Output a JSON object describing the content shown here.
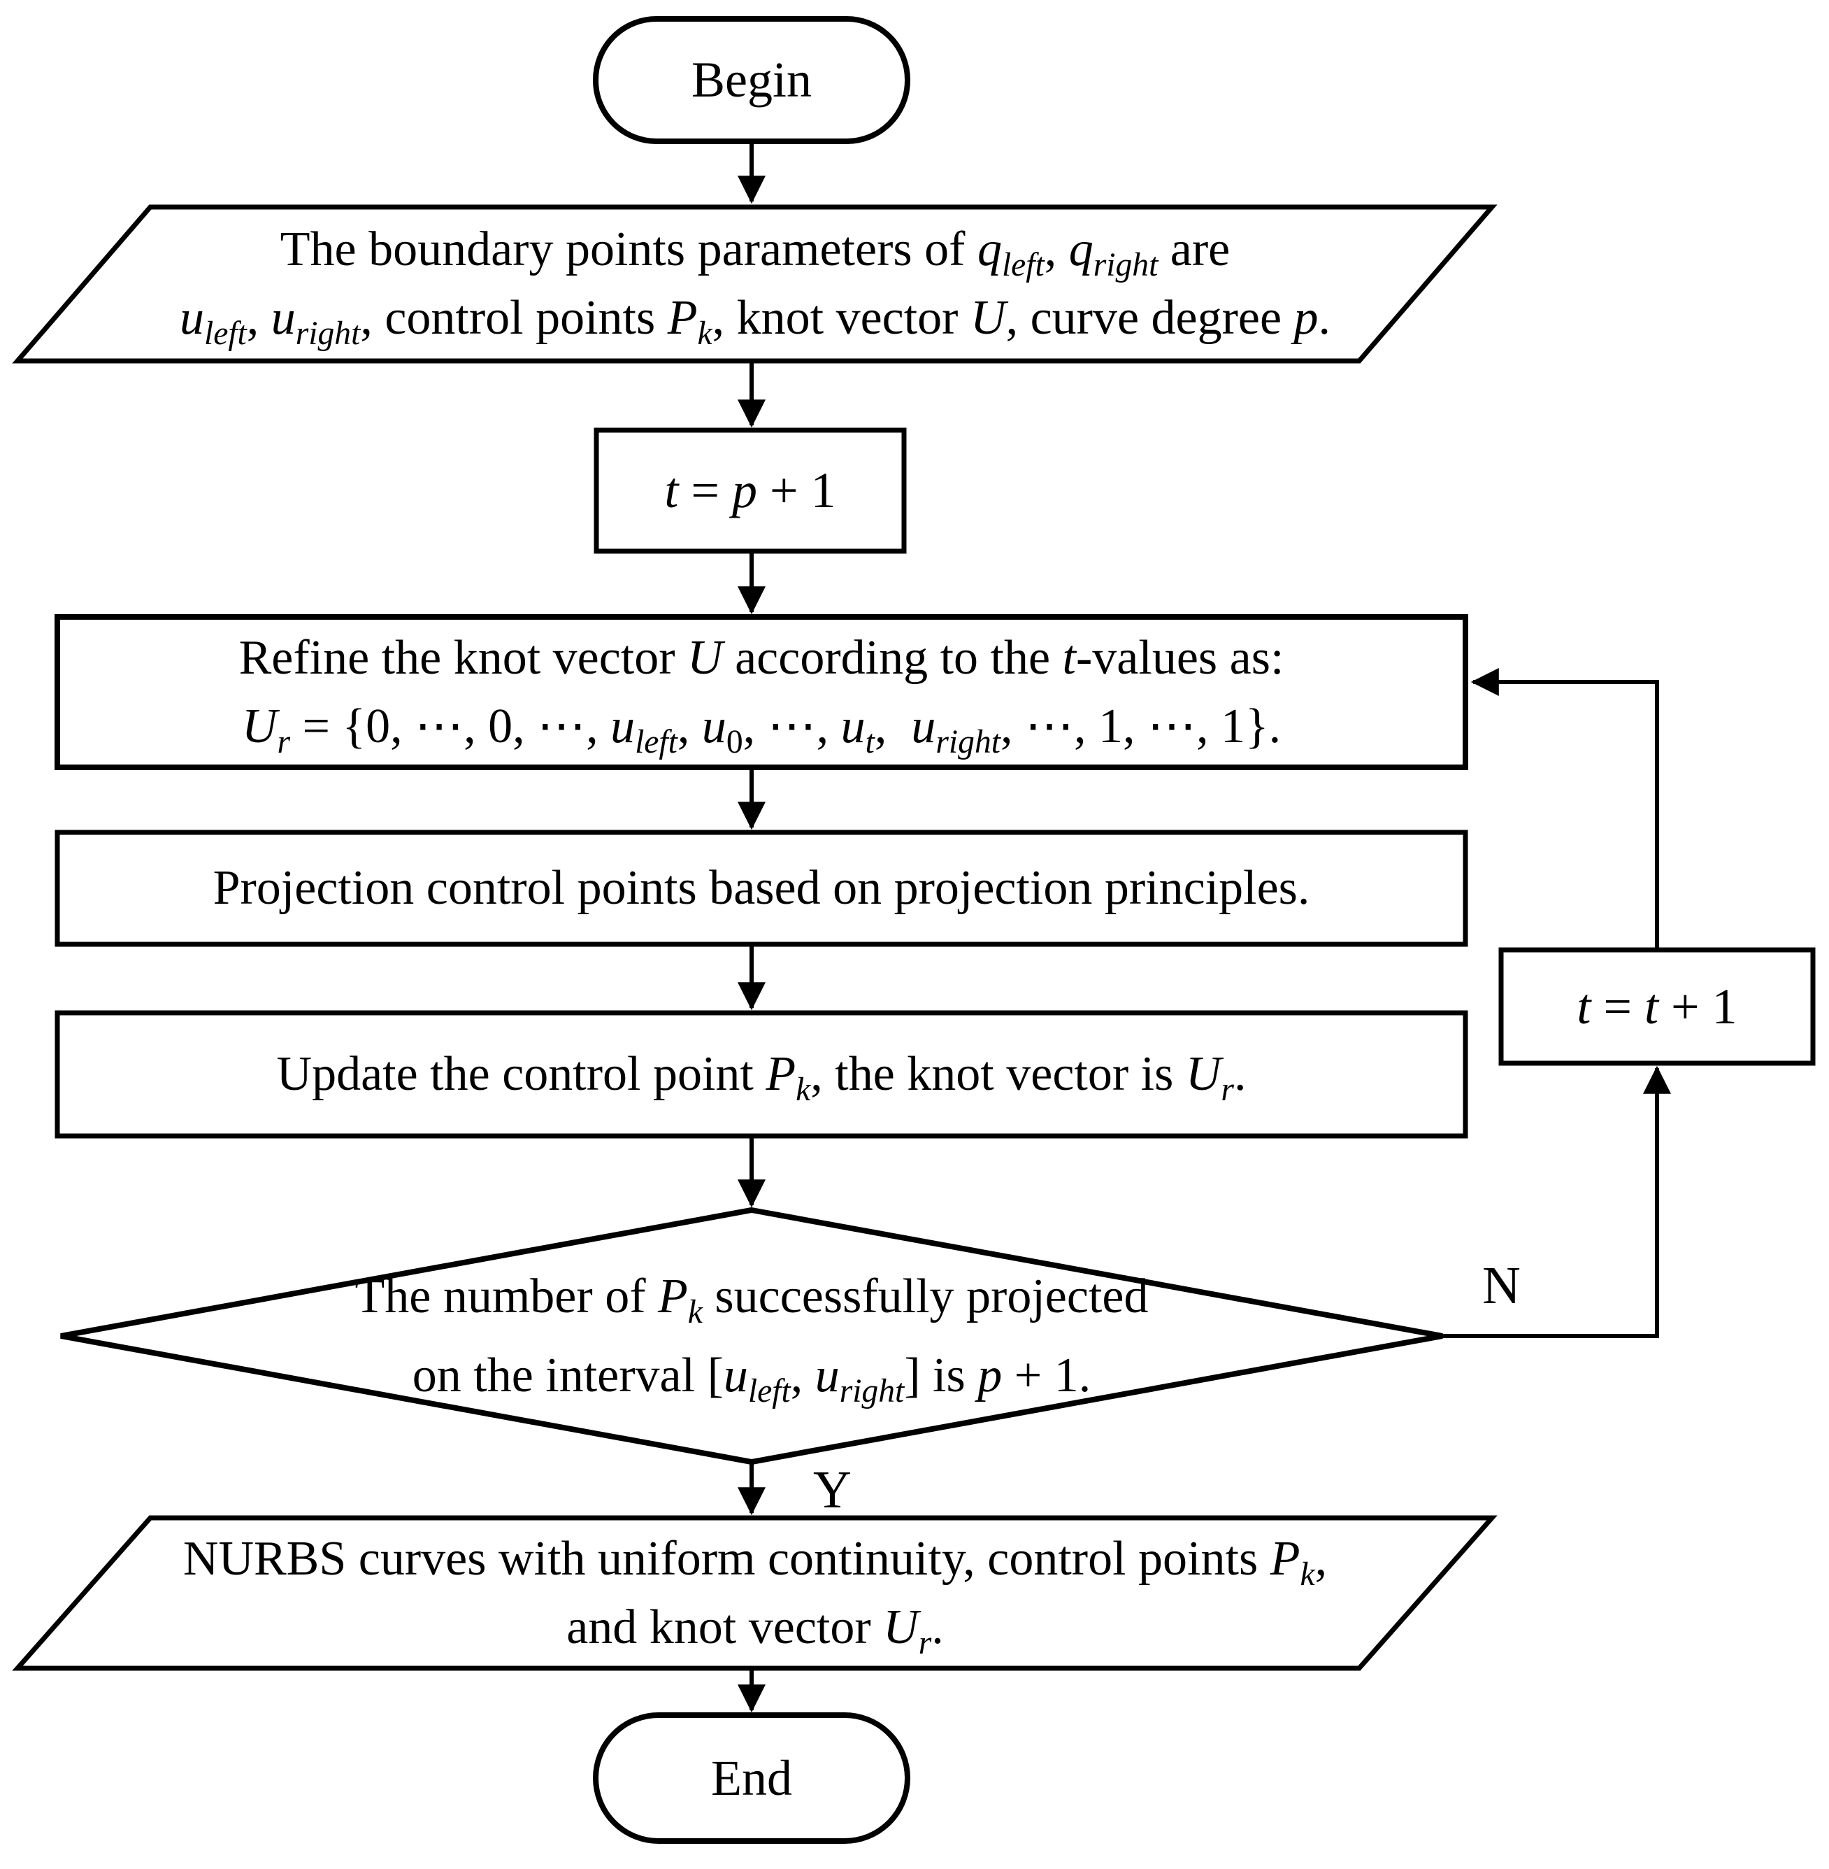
{
  "diagram_title": "NURBS knot refinement flowchart",
  "colors": {
    "stroke": "#000000",
    "background": "#ffffff",
    "text": "#000000"
  },
  "nodes": {
    "begin": {
      "type": "terminator",
      "lines": [
        [
          {
            "t": "Begin"
          }
        ]
      ]
    },
    "io_input": {
      "type": "io",
      "lines": [
        [
          {
            "t": "The boundary points parameters of "
          },
          {
            "t": "q",
            "i": 1
          },
          {
            "t": "left",
            "i": 1,
            "s": 1
          },
          {
            "t": ", "
          },
          {
            "t": "q",
            "i": 1
          },
          {
            "t": "right",
            "i": 1,
            "s": 1
          },
          {
            "t": " are"
          }
        ],
        [
          {
            "t": "u",
            "i": 1
          },
          {
            "t": "left",
            "i": 1,
            "s": 1
          },
          {
            "t": ", "
          },
          {
            "t": "u",
            "i": 1
          },
          {
            "t": "right",
            "i": 1,
            "s": 1
          },
          {
            "t": ", control points "
          },
          {
            "t": "P",
            "i": 1
          },
          {
            "t": "k",
            "i": 1,
            "s": 1
          },
          {
            "t": ", knot vector "
          },
          {
            "t": "U",
            "i": 1
          },
          {
            "t": ", curve degree "
          },
          {
            "t": "p",
            "i": 1
          },
          {
            "t": "."
          }
        ]
      ]
    },
    "t_init": {
      "type": "process",
      "lines": [
        [
          {
            "t": "t",
            "i": 1
          },
          {
            "t": " = "
          },
          {
            "t": "p",
            "i": 1
          },
          {
            "t": " + 1"
          }
        ]
      ]
    },
    "refine": {
      "type": "process",
      "lines": [
        [
          {
            "t": "Refine the knot vector "
          },
          {
            "t": "U",
            "i": 1
          },
          {
            "t": " according to the "
          },
          {
            "t": "t",
            "i": 1
          },
          {
            "t": "-values as:"
          }
        ],
        [
          {
            "t": "U",
            "i": 1
          },
          {
            "t": "r",
            "i": 1,
            "s": 1
          },
          {
            "t": " = {0, ⋯, 0, ⋯, "
          },
          {
            "t": "u",
            "i": 1
          },
          {
            "t": "left",
            "i": 1,
            "s": 1
          },
          {
            "t": ", "
          },
          {
            "t": "u",
            "i": 1
          },
          {
            "t": "0",
            "s": 1
          },
          {
            "t": ", ⋯, "
          },
          {
            "t": "u",
            "i": 1
          },
          {
            "t": "t",
            "i": 1,
            "s": 1
          },
          {
            "t": ",  "
          },
          {
            "t": "u",
            "i": 1
          },
          {
            "t": "right",
            "i": 1,
            "s": 1
          },
          {
            "t": ", ⋯, 1, ⋯, 1}."
          }
        ]
      ]
    },
    "projection": {
      "type": "process",
      "lines": [
        [
          {
            "t": "Projection control points based on projection principles."
          }
        ]
      ]
    },
    "update": {
      "type": "process",
      "lines": [
        [
          {
            "t": "Update the control point "
          },
          {
            "t": "P",
            "i": 1
          },
          {
            "t": "k",
            "i": 1,
            "s": 1
          },
          {
            "t": ", the knot vector is "
          },
          {
            "t": "U",
            "i": 1
          },
          {
            "t": "r",
            "i": 1,
            "s": 1
          },
          {
            "t": "."
          }
        ]
      ]
    },
    "decision": {
      "type": "decision",
      "lines": [
        [
          {
            "t": "The number of "
          },
          {
            "t": "P",
            "i": 1
          },
          {
            "t": "k",
            "i": 1,
            "s": 1
          },
          {
            "t": " successfully projected"
          }
        ],
        [
          {
            "t": "on the interval ["
          },
          {
            "t": "u",
            "i": 1
          },
          {
            "t": "left",
            "i": 1,
            "s": 1
          },
          {
            "t": ", "
          },
          {
            "t": "u",
            "i": 1
          },
          {
            "t": "right",
            "i": 1,
            "s": 1
          },
          {
            "t": "] is "
          },
          {
            "t": "p",
            "i": 1
          },
          {
            "t": " + 1."
          }
        ]
      ]
    },
    "t_step": {
      "type": "process",
      "lines": [
        [
          {
            "t": "t",
            "i": 1
          },
          {
            "t": " = "
          },
          {
            "t": "t",
            "i": 1
          },
          {
            "t": " + 1"
          }
        ]
      ]
    },
    "io_output": {
      "type": "io",
      "lines": [
        [
          {
            "t": "NURBS curves with uniform continuity, control points "
          },
          {
            "t": "P",
            "i": 1
          },
          {
            "t": "k",
            "i": 1,
            "s": 1
          },
          {
            "t": ","
          }
        ],
        [
          {
            "t": "and knot vector "
          },
          {
            "t": "U",
            "i": 1
          },
          {
            "t": "r",
            "i": 1,
            "s": 1
          },
          {
            "t": "."
          }
        ]
      ]
    },
    "end": {
      "type": "terminator",
      "lines": [
        [
          {
            "t": "End"
          }
        ]
      ]
    }
  },
  "edges": {
    "no_label": "N",
    "yes_label": "Y"
  }
}
